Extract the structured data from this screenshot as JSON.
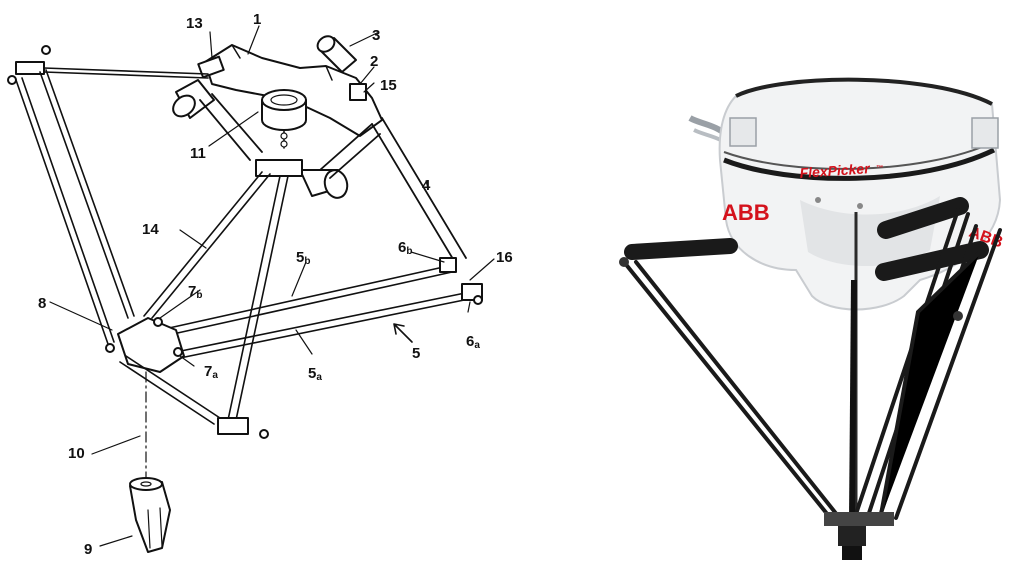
{
  "patent_drawing": {
    "labels": [
      {
        "id": "1",
        "text": "1"
      },
      {
        "id": "2",
        "text": "2"
      },
      {
        "id": "3",
        "text": "3"
      },
      {
        "id": "4",
        "text": "4"
      },
      {
        "id": "5",
        "text": "5"
      },
      {
        "id": "5a",
        "text": "5",
        "sub": "a"
      },
      {
        "id": "5b",
        "text": "5",
        "sub": "b"
      },
      {
        "id": "6a",
        "text": "6",
        "sub": "a"
      },
      {
        "id": "6b",
        "text": "6",
        "sub": "b"
      },
      {
        "id": "7a",
        "text": "7",
        "sub": "a"
      },
      {
        "id": "7b",
        "text": "7",
        "sub": "b"
      },
      {
        "id": "8",
        "text": "8"
      },
      {
        "id": "9",
        "text": "9"
      },
      {
        "id": "10",
        "text": "10"
      },
      {
        "id": "11",
        "text": "11"
      },
      {
        "id": "13",
        "text": "13"
      },
      {
        "id": "14",
        "text": "14"
      },
      {
        "id": "15",
        "text": "15"
      },
      {
        "id": "16",
        "text": "16"
      }
    ]
  },
  "robot_photo": {
    "brand_logo": "ABB",
    "product_name": "FlexPicker",
    "trademark": "™",
    "logo_side": "ABB"
  },
  "colors": {
    "line_art": "#111111",
    "robot_body": "#f2f3f4",
    "robot_shadow": "#c9ccd0",
    "brand_red": "#d4121c",
    "arm_black": "#1a1a1a"
  }
}
